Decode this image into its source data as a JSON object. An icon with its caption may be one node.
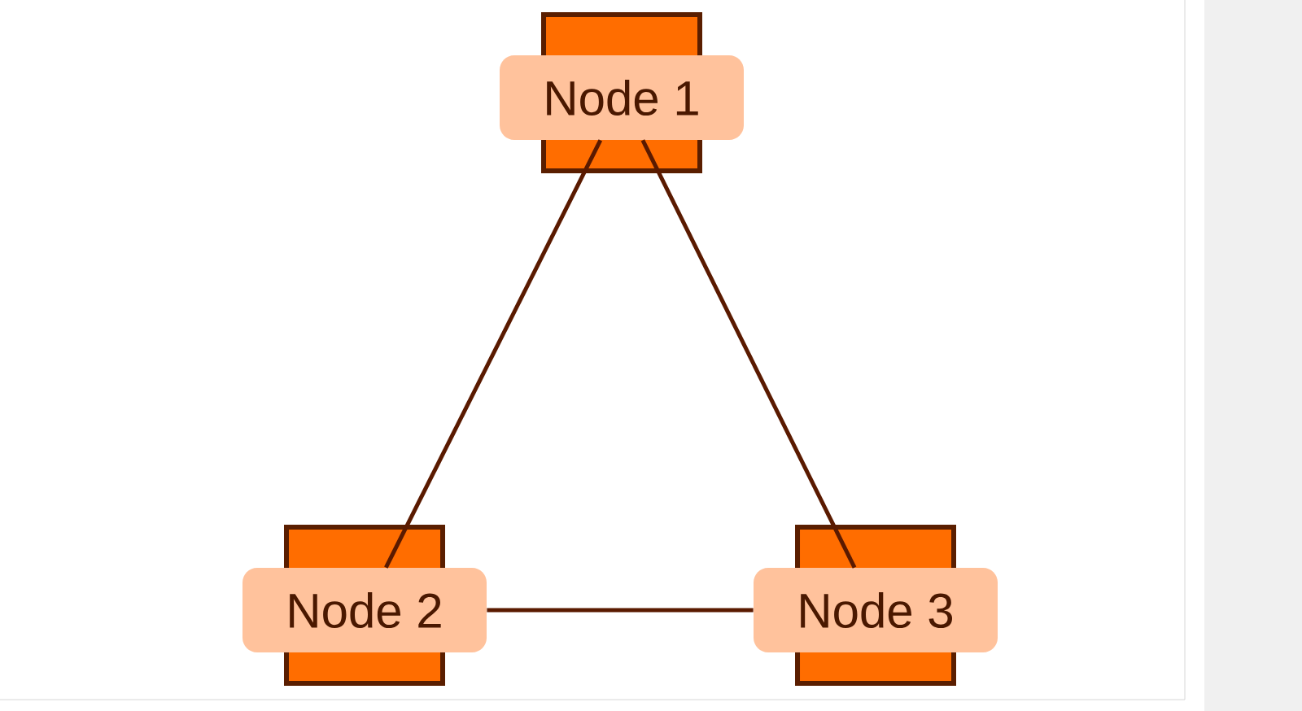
{
  "diagram": {
    "nodes": [
      {
        "text": [
          "Node 1"
        ]
      },
      {
        "text": [
          "Node 2"
        ]
      },
      {
        "text": [
          "Node 3"
        ]
      }
    ],
    "edges": [
      {
        "from": 0,
        "to": 1,
        "arrow": "none"
      },
      {
        "from": 0,
        "to": 2,
        "arrow": "none"
      },
      {
        "from": 1,
        "to": 2,
        "arrow": "none"
      }
    ]
  }
}
